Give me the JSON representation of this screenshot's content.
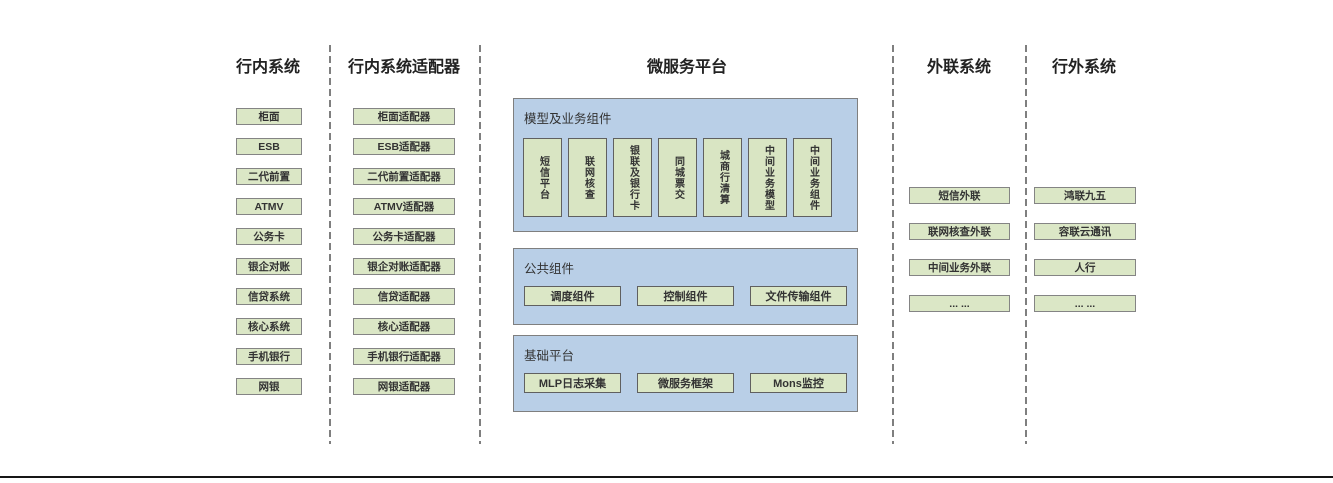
{
  "diagram": {
    "columns": {
      "internal": {
        "title": "行内系统",
        "items": [
          "柜面",
          "ESB",
          "二代前置",
          "ATMV",
          "公务卡",
          "银企对账",
          "信贷系统",
          "核心系统",
          "手机银行",
          "网银"
        ]
      },
      "adapters": {
        "title": "行内系统适配器",
        "items": [
          "柜面适配器",
          "ESB适配器",
          "二代前置适配器",
          "ATMV适配器",
          "公务卡适配器",
          "银企对账适配器",
          "信贷适配器",
          "核心适配器",
          "手机银行适配器",
          "网银适配器"
        ]
      },
      "platform": {
        "title": "微服务平台",
        "groups": {
          "model": {
            "label": "模型及业务组件",
            "items": [
              "短信平台",
              "联网核查",
              "银联及银行卡",
              "同城票交",
              "城商行清算",
              "中间业务模型",
              "中间业务组件"
            ]
          },
          "common": {
            "label": "公共组件",
            "items": [
              "调度组件",
              "控制组件",
              "文件传输组件"
            ]
          },
          "base": {
            "label": "基础平台",
            "items": [
              "MLP日志采集",
              "微服务框架",
              "Mons监控"
            ]
          }
        }
      },
      "external": {
        "title": "外联系统",
        "items": [
          "短信外联",
          "联网核查外联",
          "中间业务外联",
          "... ..."
        ]
      },
      "outside": {
        "title": "行外系统",
        "items": [
          "鸿联九五",
          "容联云通讯",
          "人行",
          "... ..."
        ]
      }
    },
    "colors": {
      "box_fill_green": "#dbe7c6",
      "box_border": "#848484",
      "panel_fill_blue": "#b9cfe7",
      "panel_border": "#7f7f7f",
      "separator": "#7f7f7f",
      "bottom_rule": "#161616",
      "text": "#333333"
    }
  }
}
